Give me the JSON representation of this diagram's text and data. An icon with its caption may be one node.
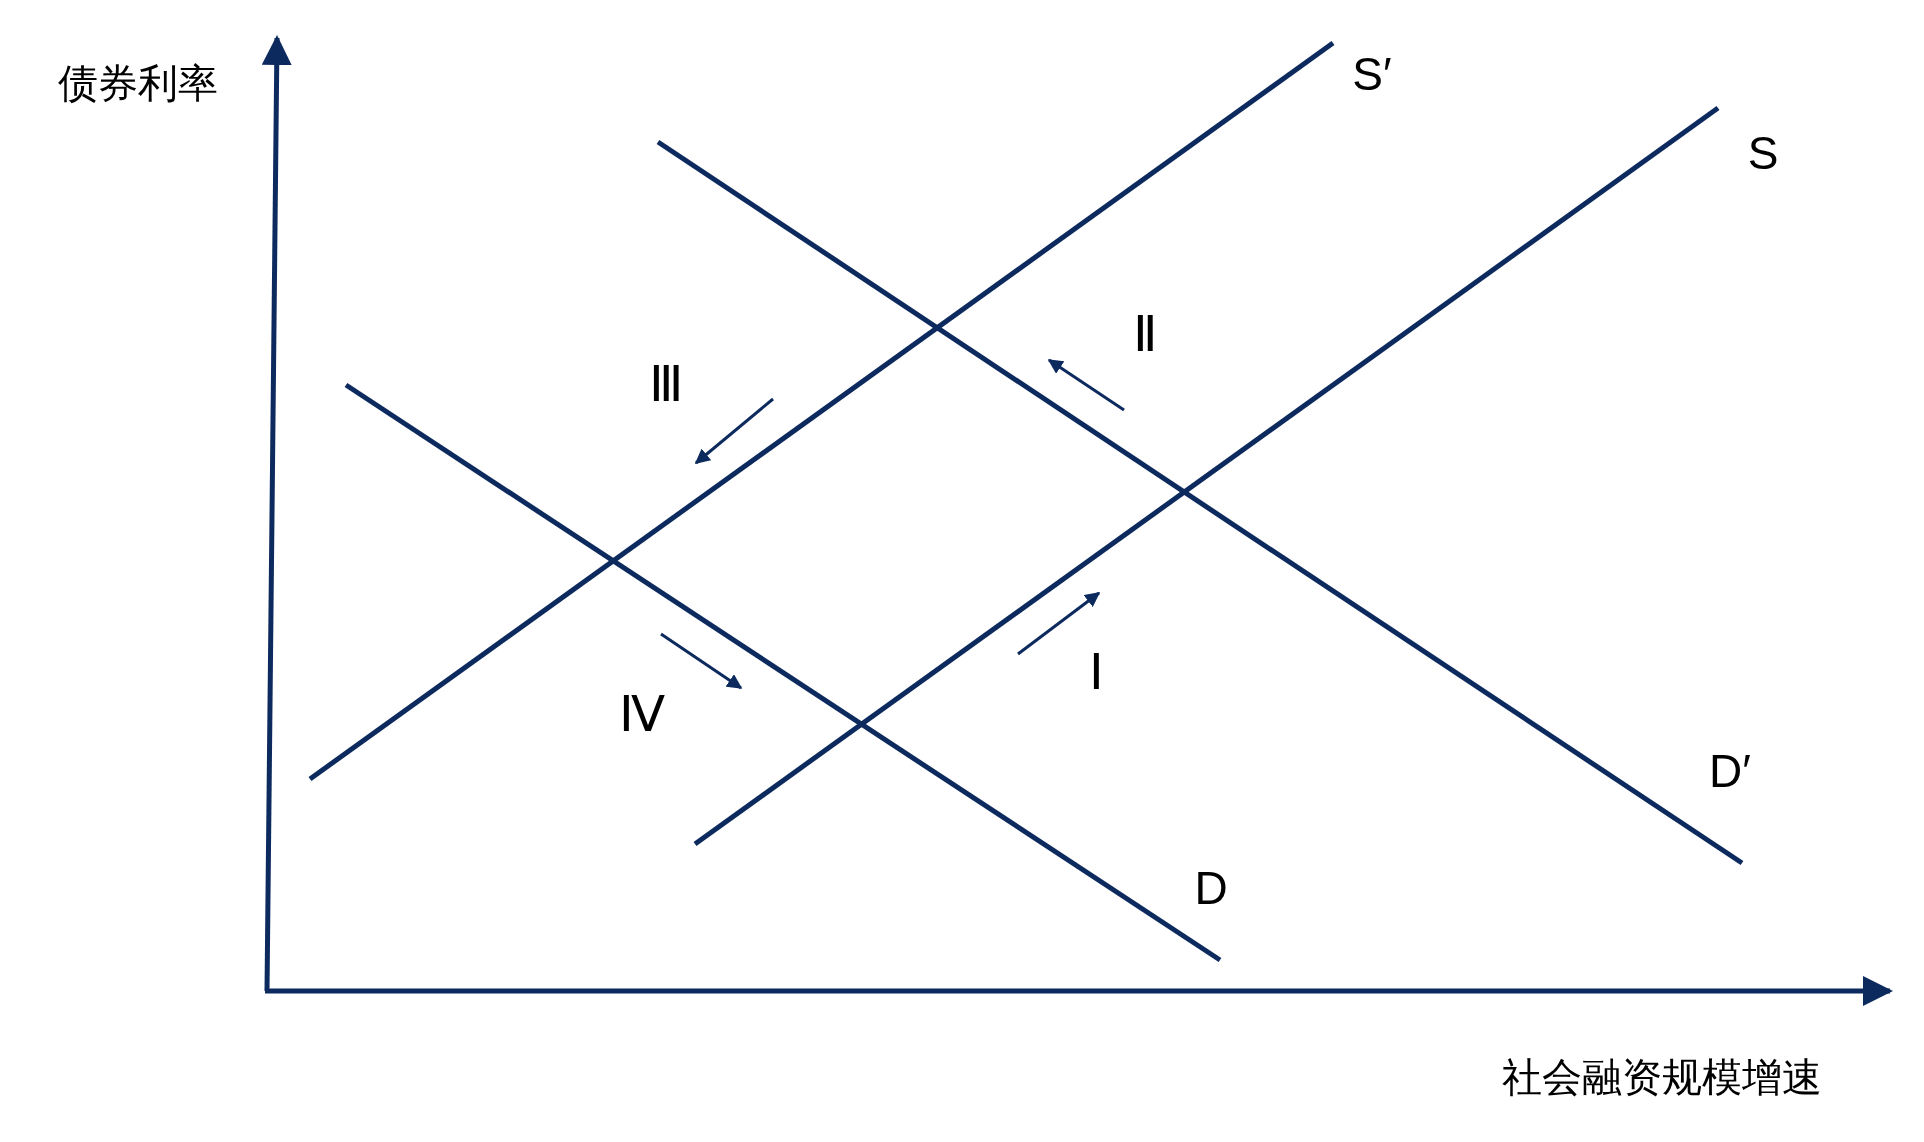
{
  "diagram": {
    "labels": [
      "债券利率",
      "S′",
      "S",
      "Ⅱ",
      "Ⅲ",
      "Ⅳ",
      "Ⅰ",
      "D′",
      "D",
      "社会融资规模增速"
    ]
  }
}
